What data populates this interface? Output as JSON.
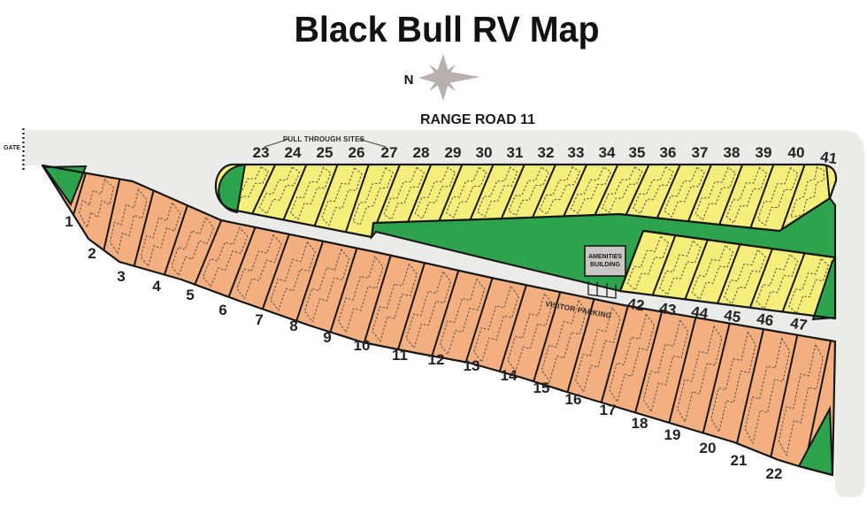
{
  "title": "Black Bull RV Map",
  "compass_label": "N",
  "road_label": "RANGE ROAD 11",
  "gate_label": "GATE",
  "pull_through_label": "PULL THROUGH SITES",
  "visitor_parking_label": "VISITOR PARKING",
  "amenities_line1": "AMENITIES",
  "amenities_line2": "BUILDING",
  "colors": {
    "pull_through_site": "#f6ee7b",
    "back_in_site": "#f4af80",
    "grass": "#2ea34d",
    "road": "#ebebe9",
    "building": "#c9c7c6",
    "outline": "#161616",
    "pad_dash": "#4f4c44",
    "compass": "#b7b0af"
  },
  "site_numbers": {
    "back_in": [
      "1",
      "2",
      "3",
      "4",
      "5",
      "6",
      "7",
      "8",
      "9",
      "10",
      "11",
      "12",
      "13",
      "14",
      "15",
      "16",
      "17",
      "18",
      "19",
      "20",
      "21",
      "22"
    ],
    "pull_through_row": [
      "23",
      "24",
      "25",
      "26",
      "27",
      "28",
      "29",
      "30",
      "31",
      "32",
      "33",
      "34",
      "35",
      "36",
      "37",
      "38",
      "39",
      "40",
      "41"
    ],
    "middle_row": [
      "42",
      "43",
      "44",
      "45",
      "46",
      "47"
    ]
  }
}
